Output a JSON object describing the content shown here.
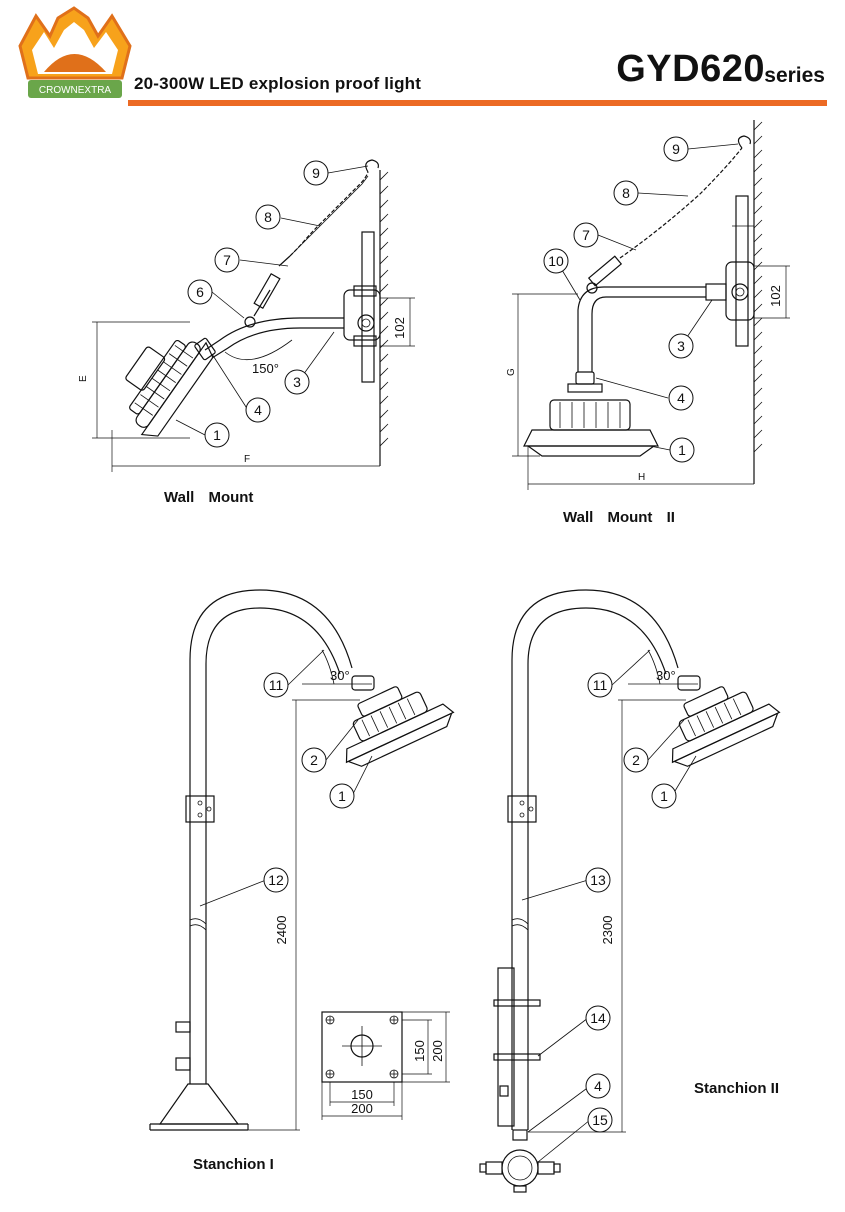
{
  "header": {
    "logo_text": "CROWNEXTRA",
    "subtitle": "20-300W LED explosion proof light",
    "model": "GYD620",
    "series": "series",
    "accent_color": "#ec6a24"
  },
  "diagrams": {
    "wall_mount_1": {
      "caption": "Wall    Mount",
      "angle": "150°",
      "dim_height": "102",
      "dim_e": "E",
      "dim_f": "F",
      "callouts": [
        "1",
        "3",
        "4",
        "6",
        "7",
        "8",
        "9"
      ]
    },
    "wall_mount_2": {
      "caption": "Wall    Mount    II",
      "dim_height": "102",
      "dim_g": "G",
      "dim_h": "H",
      "callouts": [
        "1",
        "3",
        "4",
        "7",
        "8",
        "9",
        "10"
      ]
    },
    "stanchion_1": {
      "caption": "Stanchion I",
      "angle": "30°",
      "dim_height": "2400",
      "callouts": [
        "1",
        "2",
        "11",
        "12"
      ]
    },
    "stanchion_2": {
      "caption": "Stanchion II",
      "angle": "30°",
      "dim_height": "2300",
      "callouts": [
        "1",
        "2",
        "4",
        "11",
        "13",
        "14",
        "15"
      ]
    },
    "base_plate": {
      "dim_inner": "150",
      "dim_outer": "200",
      "dim_inner_v": "150",
      "dim_outer_v": "200"
    }
  },
  "icons": [
    "crown-logo-icon"
  ]
}
